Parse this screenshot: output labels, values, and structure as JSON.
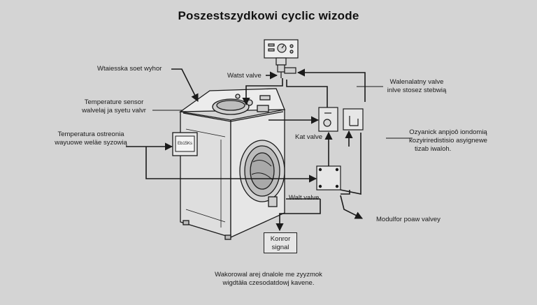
{
  "title": "Poszestszydkowi cyclic wizode",
  "labels": {
    "top_left": "Wtaiesska soet wyhor",
    "water_valve_top": "Watst valve",
    "temp_sensor_1": "Temperature sensor",
    "temp_sensor_2": "walvelaj ja syetu valvr",
    "temp_ostreonia_1": "Temperatura ostreonia",
    "temp_ostreonia_2": "wayuowe weläe syzowią",
    "right_valve_1": "Walenalatny valve",
    "right_valve_2": "inlve stosez stebwią",
    "right_desc_1": "Ozyanick anpjoô iondomią",
    "right_desc_2": "kozyiriredistisio asyignewe",
    "right_desc_3": "tizab iwaloh.",
    "kat_valve": "Kat valve",
    "walt_valve": "Walt valve",
    "modulator": "Modulfor poaw valvey",
    "signal_1": "Konror",
    "signal_2": "signal",
    "footnote_1": "Wakorowal arej dnalole me zyyzmok",
    "footnote_2": "wigdtäła czesodatdowj kavene.",
    "sticker": "Eb15Ks"
  },
  "colors": {
    "background": "#d4d4d4",
    "line": "#1a1a1a",
    "machine_fill": "#e4e4e4"
  }
}
